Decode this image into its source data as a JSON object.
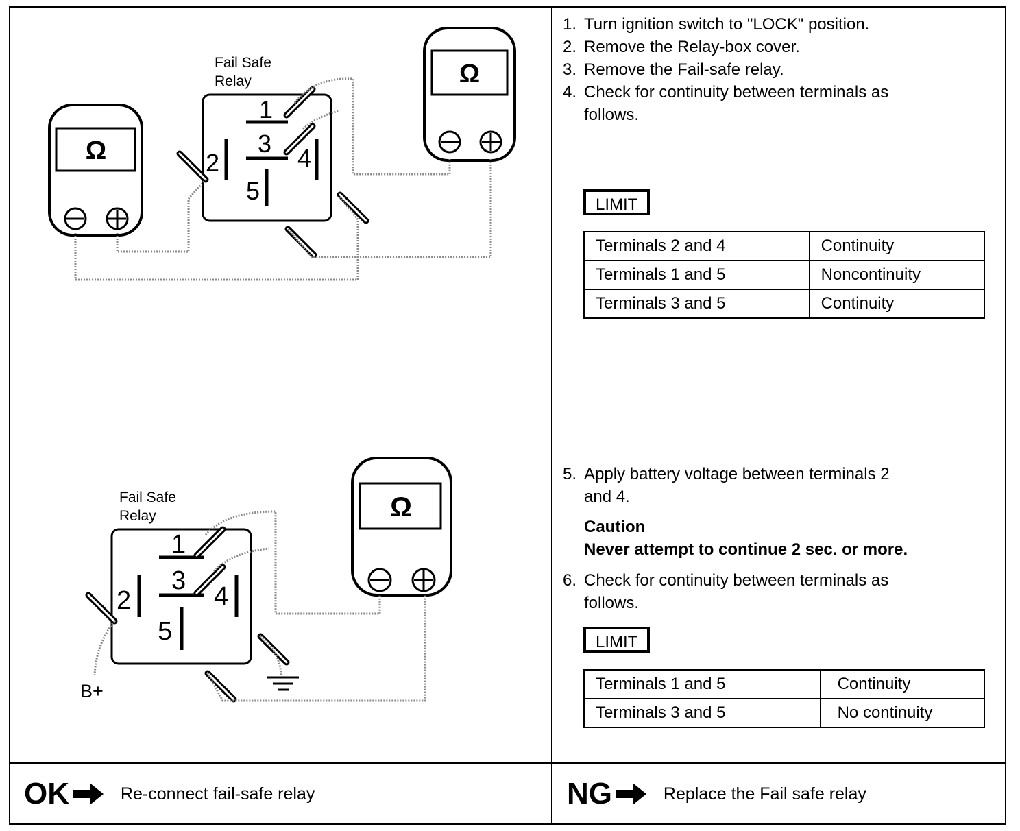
{
  "steps_top": [
    {
      "num": "1.",
      "lines": [
        "Turn ignition switch to \"LOCK\" position."
      ]
    },
    {
      "num": "2.",
      "lines": [
        "Remove the Relay-box cover."
      ]
    },
    {
      "num": "3.",
      "lines": [
        "Remove the Fail-safe relay."
      ]
    },
    {
      "num": "4.",
      "lines": [
        "Check for continuity between terminals as",
        "follows."
      ]
    }
  ],
  "limit_label": "LIMIT",
  "table1": [
    [
      "Terminals 2 and 4",
      "Continuity"
    ],
    [
      "Terminals 1 and 5",
      "Noncontinuity"
    ],
    [
      "Terminals 3 and 5",
      "Continuity"
    ]
  ],
  "step5": {
    "num": "5.",
    "lines": [
      "Apply battery voltage between terminals 2",
      "and 4."
    ]
  },
  "caution": {
    "title": "Caution",
    "text": "Never attempt to continue 2 sec. or more."
  },
  "step6": {
    "num": "6.",
    "lines": [
      "Check for continuity between terminals as",
      "follows."
    ]
  },
  "table2": [
    [
      "Terminals 1 and 5",
      "Continuity"
    ],
    [
      "Terminals 3 and 5",
      "No continuity"
    ]
  ],
  "diagram": {
    "relay_label_1": "Fail Safe",
    "relay_label_2": "Relay",
    "ohm_symbol": "Ω",
    "terminals": [
      "1",
      "2",
      "3",
      "4",
      "5"
    ],
    "battery_label": "B+"
  },
  "footer": {
    "ok_label": "OK",
    "ok_text": "Re-connect fail-safe relay",
    "ng_label": "NG",
    "ng_text": "Replace the Fail safe relay"
  }
}
